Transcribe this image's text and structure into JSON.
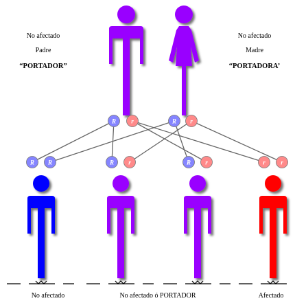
{
  "parents": {
    "father": {
      "status": "No afectado",
      "role": "Padre",
      "genotype_label": "“PORTADOR”",
      "alleles": [
        "R",
        "r"
      ]
    },
    "mother": {
      "status": "No afectado",
      "role": "Madre",
      "genotype_label": "“PORTADORA’",
      "alleles": [
        "R",
        "r"
      ]
    }
  },
  "children": [
    {
      "alleles": [
        "R",
        "R"
      ],
      "color": "#0000ff"
    },
    {
      "alleles": [
        "R",
        "r"
      ],
      "color": "#9900ff"
    },
    {
      "alleles": [
        "R",
        "r"
      ],
      "color": "#9900ff"
    },
    {
      "alleles": [
        "r",
        "r"
      ],
      "color": "#ff0000"
    }
  ],
  "bottom_labels": {
    "left": "No afectado",
    "middle": "No afectado ó PORTADOR",
    "right": "Afectado"
  },
  "colors": {
    "carrier": "#9900ff",
    "unaffected": "#0000ff",
    "affected": "#ff0000",
    "dominant_allele": "#8585ff",
    "recessive_allele": "#ff8a8a",
    "link_line": "#666666"
  }
}
